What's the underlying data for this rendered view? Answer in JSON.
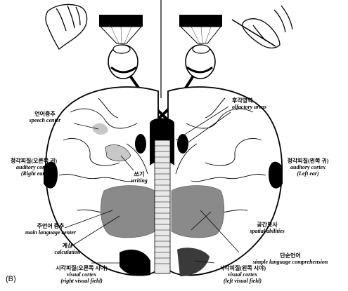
{
  "figure": {
    "panel_label": "(B)"
  },
  "colors": {
    "ink": "#000000",
    "cortex_fill": "#ffffff",
    "region_shade": "#8a8a8a",
    "light_shade": "#c8c8c8"
  },
  "labels": {
    "speech": {
      "ko": "언어중추",
      "en": "speech center"
    },
    "olfactory": {
      "ko": "후각영역",
      "en": "olfactory areas"
    },
    "aud_right": {
      "ko": "청각피질(오른쪽 귀)",
      "en": "auditory cortex",
      "en2": "(Right ear)"
    },
    "aud_left": {
      "ko": "청각피질(왼쪽 귀)",
      "en": "auditory cortex",
      "en2": "(Left ear)"
    },
    "writing": {
      "ko": "쓰기",
      "en": "writing"
    },
    "main_lang": {
      "ko": "주언어 중추",
      "en": "main language center"
    },
    "spatial": {
      "ko": "공간묘사",
      "en": "spatial abilities"
    },
    "calculation": {
      "ko": "계산",
      "en": "calculation"
    },
    "simple_lang": {
      "ko": "단순언어",
      "en": "simple language comprehension"
    },
    "vis_right": {
      "ko": "시각피질(오른쪽 시야)",
      "en": "visual cortex",
      "en2": "(right visual field)"
    },
    "vis_left": {
      "ko": "시각피질(왼쪽 시야)",
      "en": "visual cortex",
      "en2": "(left visual field)"
    }
  }
}
